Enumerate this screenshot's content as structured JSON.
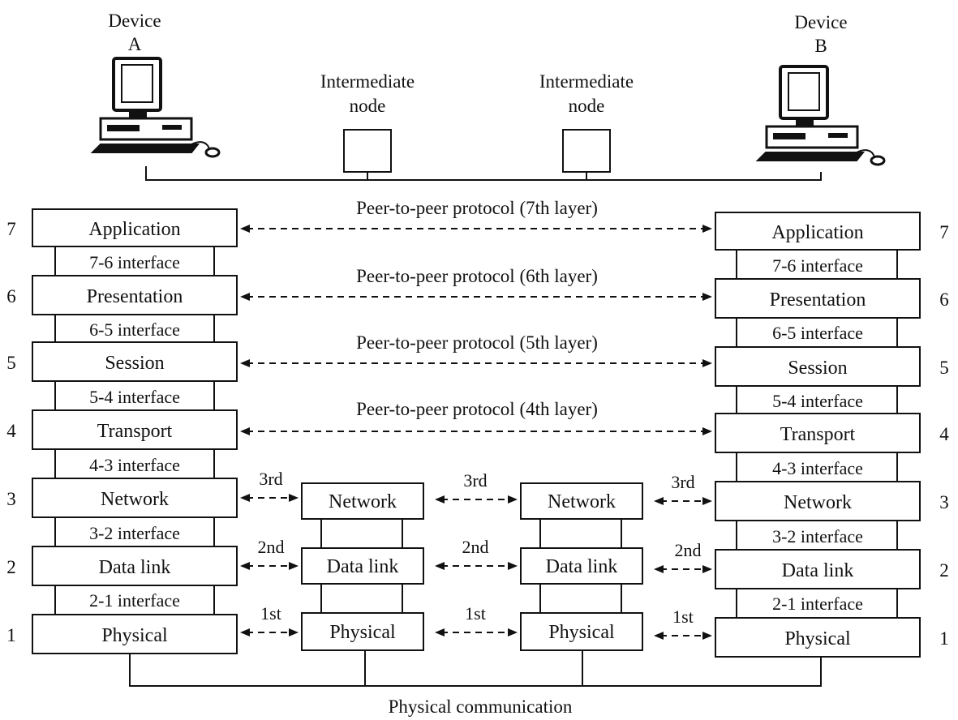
{
  "devices": {
    "a": {
      "line1": "Device",
      "line2": "A"
    },
    "b": {
      "line1": "Device",
      "line2": "B"
    }
  },
  "intermediate_nodes": [
    {
      "line1": "Intermediate",
      "line2": "node"
    },
    {
      "line1": "Intermediate",
      "line2": "node"
    }
  ],
  "end_layers": [
    "Application",
    "Presentation",
    "Session",
    "Transport",
    "Network",
    "Data link",
    "Physical"
  ],
  "layer_numbers": [
    "7",
    "6",
    "5",
    "4",
    "3",
    "2",
    "1"
  ],
  "interfaces": [
    "7-6 interface",
    "6-5 interface",
    "5-4 interface",
    "4-3 interface",
    "3-2 interface",
    "2-1 interface"
  ],
  "node_layers": [
    "Network",
    "Data link",
    "Physical"
  ],
  "peer_protocols": [
    "Peer-to-peer protocol (7th layer)",
    "Peer-to-peer protocol (6th layer)",
    "Peer-to-peer protocol (5th layer)",
    "Peer-to-peer protocol (4th layer)"
  ],
  "hop_labels": [
    "3rd",
    "2nd",
    "1st"
  ],
  "physical_communication": "Physical communication",
  "colors": {
    "ink": "#111111",
    "box_fill": "#ffffff",
    "background": "#ffffff"
  }
}
